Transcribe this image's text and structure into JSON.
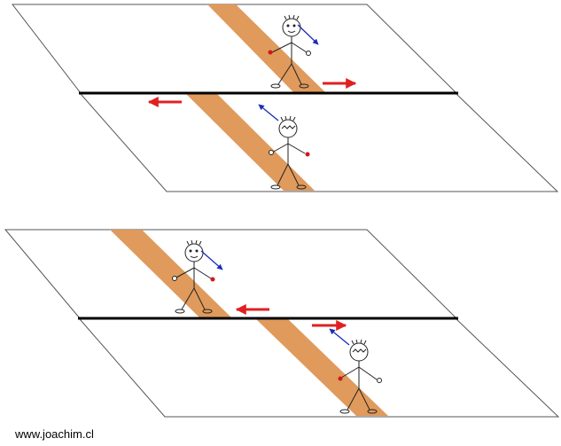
{
  "credit": "www.joachim.cl",
  "colors": {
    "plane_fill": "#ffffff",
    "plane_stroke": "#555555",
    "strip": "#df9a5c",
    "axis_line": "#000000",
    "red_arrow": "#e02020",
    "blue_arrow": "#1a2cb8",
    "hand_red": "#d01818",
    "figure_stroke": "#222222"
  },
  "icons": [
    "stick-figure",
    "red-arrow",
    "blue-arrow"
  ]
}
